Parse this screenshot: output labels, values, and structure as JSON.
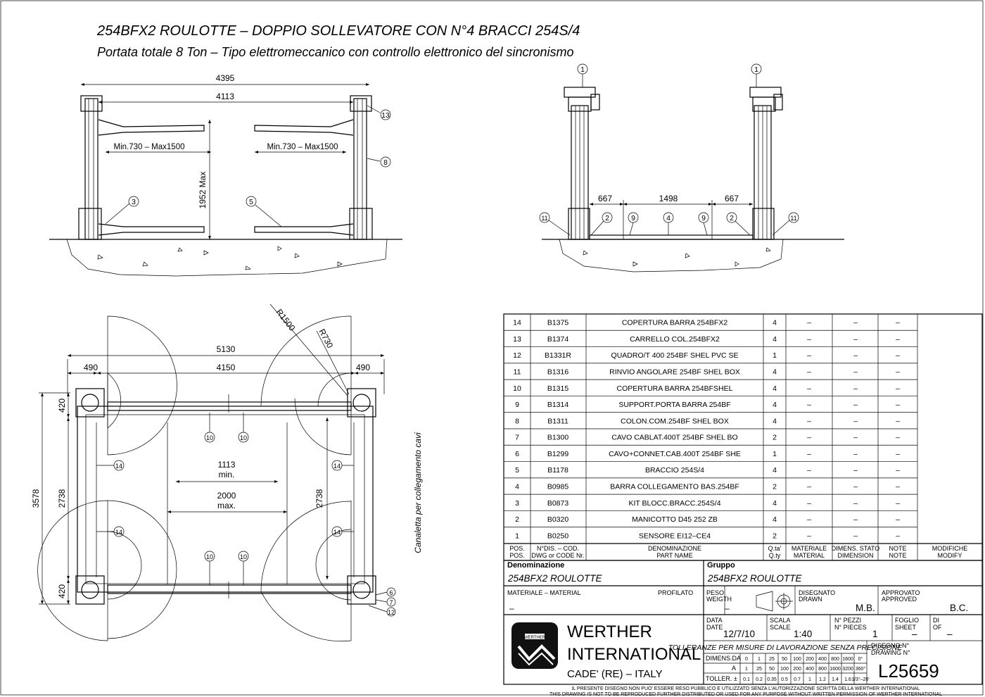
{
  "title": {
    "line1": "254BFX2 ROULOTTE – DOPPIO SOLLEVATORE CON N°4 BRACCI 254S/4",
    "line2": "Portata totale 8 Ton – Tipo elettromeccanico con controllo elettronico del sincronismo"
  },
  "front_view": {
    "dim_overall": "4395",
    "dim_inner": "4113",
    "arm_range_left": "Min.730 – Max1500",
    "arm_range_right": "Min.730 – Max1500",
    "height_max": "1952 Max",
    "callouts": [
      "13",
      "8",
      "3",
      "5"
    ]
  },
  "side_view": {
    "dims": [
      "667",
      "1498",
      "667"
    ],
    "callouts": [
      "1",
      "1",
      "11",
      "2",
      "9",
      "4",
      "9",
      "2",
      "11"
    ]
  },
  "plan_view": {
    "dim_total": "5130",
    "dim_span": "4150",
    "dim_left": "490",
    "dim_right": "490",
    "radius_large": "R1500",
    "radius_small": "R730",
    "dim_depth": "3578",
    "dim_top": "420",
    "dim_mid": "2738",
    "dim_bottom": "420",
    "dim_mid_right": "2738",
    "min_gap": "1113",
    "min_label": "min.",
    "max_gap": "2000",
    "max_label": "max.",
    "channel_label": "Canaletta per collegamento cavi",
    "callouts_10": [
      "10",
      "10",
      "10",
      "10"
    ],
    "callouts_14": [
      "14",
      "14",
      "14",
      "14"
    ],
    "callouts_side": [
      "6",
      "7",
      "12"
    ]
  },
  "bom": {
    "rows": [
      {
        "pos": "14",
        "code": "B1375",
        "name": "COPERTURA BARRA 254BFX2",
        "qty": "4",
        "mat": "–",
        "dim": "–",
        "note": "–"
      },
      {
        "pos": "13",
        "code": "B1374",
        "name": "CARRELLO COL.254BFX2",
        "qty": "4",
        "mat": "–",
        "dim": "–",
        "note": "–"
      },
      {
        "pos": "12",
        "code": "B1331R",
        "name": "QUADRO/T 400 254BF SHEL PVC SE",
        "qty": "1",
        "mat": "–",
        "dim": "–",
        "note": "–"
      },
      {
        "pos": "11",
        "code": "B1316",
        "name": "RINVIO ANGOLARE 254BF SHEL BOX",
        "qty": "4",
        "mat": "–",
        "dim": "–",
        "note": "–"
      },
      {
        "pos": "10",
        "code": "B1315",
        "name": "COPERTURA BARRA 254BFSHEL",
        "qty": "4",
        "mat": "–",
        "dim": "–",
        "note": "–"
      },
      {
        "pos": "9",
        "code": "B1314",
        "name": "SUPPORT.PORTA BARRA 254BF",
        "qty": "4",
        "mat": "–",
        "dim": "–",
        "note": "–"
      },
      {
        "pos": "8",
        "code": "B1311",
        "name": "COLON.COM.254BF SHEL BOX",
        "qty": "4",
        "mat": "–",
        "dim": "–",
        "note": "–"
      },
      {
        "pos": "7",
        "code": "B1300",
        "name": "CAVO CABLAT.400T 254BF SHEL BO",
        "qty": "2",
        "mat": "–",
        "dim": "–",
        "note": "–"
      },
      {
        "pos": "6",
        "code": "B1299",
        "name": "CAVO+CONNET.CAB.400T 254BF SHE",
        "qty": "1",
        "mat": "–",
        "dim": "–",
        "note": "–"
      },
      {
        "pos": "5",
        "code": "B1178",
        "name": "BRACCIO 254S/4",
        "qty": "4",
        "mat": "–",
        "dim": "–",
        "note": "–"
      },
      {
        "pos": "4",
        "code": "B0985",
        "name": "BARRA COLLEGAMENTO BAS.254BF",
        "qty": "2",
        "mat": "–",
        "dim": "–",
        "note": "–"
      },
      {
        "pos": "3",
        "code": "B0873",
        "name": "KIT BLOCC.BRACC.254S/4",
        "qty": "4",
        "mat": "–",
        "dim": "–",
        "note": "–"
      },
      {
        "pos": "2",
        "code": "B0320",
        "name": "MANICOTTO D45 252 ZB",
        "qty": "4",
        "mat": "–",
        "dim": "–",
        "note": "–"
      },
      {
        "pos": "1",
        "code": "B0250",
        "name": "SENSORE EI12–CE4",
        "qty": "2",
        "mat": "–",
        "dim": "–",
        "note": "–"
      }
    ],
    "header": {
      "pos1": "POS.",
      "pos2": "POS.",
      "code1": "N°DIS. – COD.",
      "code2": "DWG or CODE Nr.",
      "name1": "DENOMINAZIONE",
      "name2": "PART NAME",
      "qty1": "Q.ta'",
      "qty2": "Q.ty",
      "mat1": "MATERIALE",
      "mat2": "MATERIAL",
      "dim1": "DIMENS. STATO",
      "dim2": "DIMENSION",
      "note1": "NOTE",
      "note2": "NOTE",
      "mod1": "MODIFICHE",
      "mod2": "MODIFY"
    }
  },
  "title_block": {
    "denominazione_label": "Denominazione",
    "denominazione": "254BFX2 ROULOTTE",
    "gruppo_label": "Gruppo",
    "gruppo": "254BFX2 ROULOTTE",
    "materiale_label": "MATERIALE – MATERIAL",
    "profilato_label": "PROFILATO",
    "materiale_value": "–",
    "peso_label1": "PESO",
    "peso_label2": "WEIGTH",
    "peso_value": "–",
    "disegnato_label1": "DISEGNATO",
    "disegnato_label2": "DRAWN",
    "disegnato": "M.B.",
    "approvato_label1": "APPROVATO",
    "approvato_label2": "APPROVED",
    "approvato": "B.C.",
    "company1": "WERTHER",
    "company2": "INTERNATIONAL",
    "company3": "CADE' (RE) – ITALY",
    "logo_text": "WERTHER",
    "data_label1": "DATA",
    "data_label2": "DATE",
    "data": "12/7/10",
    "scala_label1": "SCALA",
    "scala_label2": "SCALE",
    "scala": "1:40",
    "pezzi_label1": "N° PEZZI",
    "pezzi_label2": "N° PIECES",
    "pezzi": "1",
    "foglio_label1": "FOGLIO",
    "foglio_label2": "SHEET",
    "foglio": "–",
    "di_label1": "DI",
    "di_label2": "OF",
    "di": "–",
    "tolleranze": "TOLLERANZE PER MISURE DI LAVORAZIONE SENZA PRECISIONE",
    "tol_row1_label": "DIMENS.DA",
    "tol_row1": [
      "0",
      "1",
      "25",
      "50",
      "100",
      "200",
      "400",
      "800",
      "1600",
      "0°"
    ],
    "tol_row2_label": "A",
    "tol_row2": [
      "1",
      "25",
      "50",
      "100",
      "200",
      "400",
      "800",
      "1600",
      "3200",
      "360°"
    ],
    "tol_row3_label": "TOLLER. ±",
    "tol_row3": [
      "0.1",
      "0.2",
      "0.35",
      "0.5",
      "0.7",
      "1",
      "1.2",
      "1.4",
      "1.6",
      "1/3°–20'"
    ],
    "disegno_label1": "DISEGNO N°",
    "disegno_label2": "DRAWING N°",
    "disegno": "L25659",
    "footer1": "IL PRESENTE DISEGNO NON PUO' ESSERE RESO PUBBLICO E UTILIZZATO SENZA L'AUTORIZZAZIONE SCRITTA DELLA WERTHER INTERNATIONAL",
    "footer2": "THIS DRAWING IS NOT TO BE REPRODUCED FURTHER DISTRIBUTED OR USED FOR ANY PURPOSE WITHOUT WRITTEN PERMISSION OF WERTHER INTERNATIONAL"
  }
}
